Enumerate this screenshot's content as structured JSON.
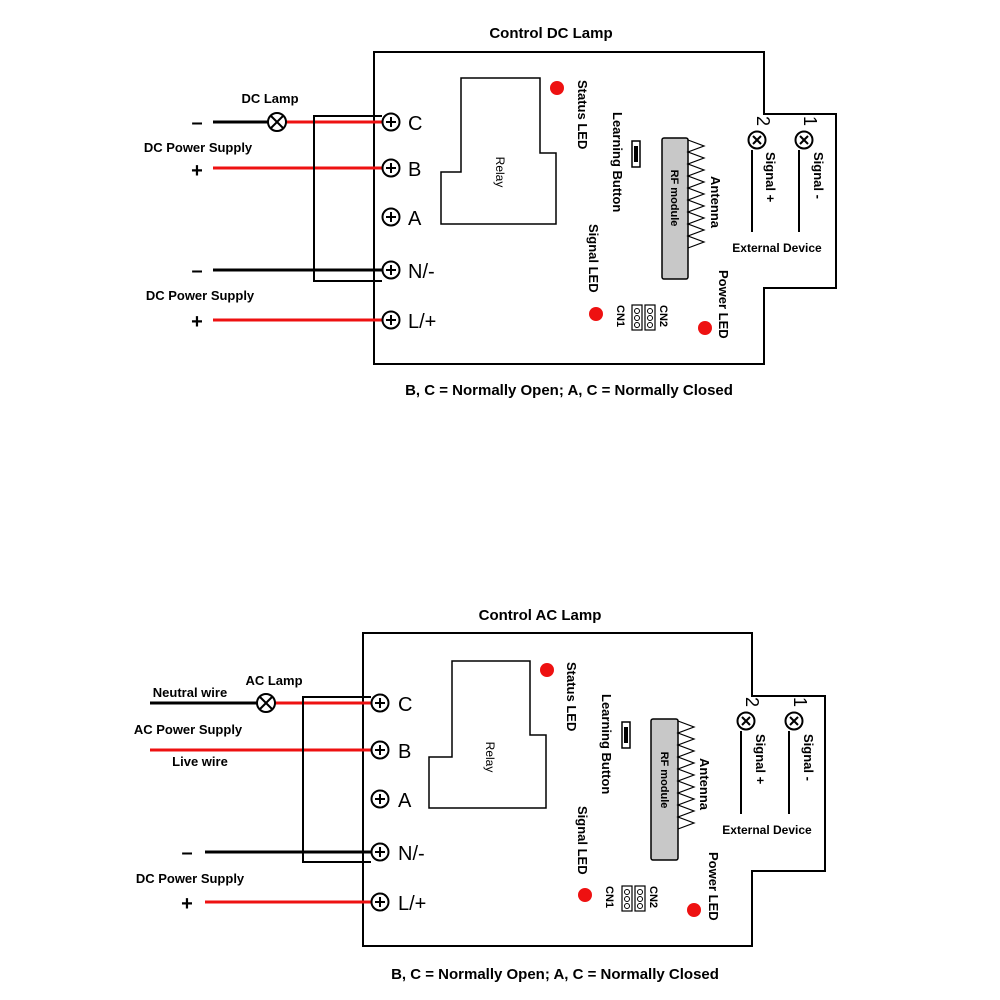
{
  "colors": {
    "wire_red": "#ee1111",
    "wire_black": "#000000",
    "led": "#ee1111",
    "module_fill": "#c8c8c8"
  },
  "top": {
    "title": "Control DC Lamp",
    "lamp_label": "DC Lamp",
    "supply_top_label": "DC Power Supply",
    "supply_bottom_label": "DC Power Supply",
    "sign_minus_top": "–",
    "sign_plus_top": "+",
    "sign_minus_bottom": "–",
    "sign_plus_bottom": "+",
    "caption": "B, C = Normally Open; A, C = Normally Closed"
  },
  "bottom": {
    "title": "Control AC Lamp",
    "lamp_label": "AC Lamp",
    "neutral_label": "Neutral wire",
    "ac_supply_label": "AC Power Supply",
    "live_label": "Live wire",
    "dc_supply_label": "DC Power Supply",
    "sign_minus": "–",
    "sign_plus": "+",
    "caption": "B, C = Normally Open; A, C = Normally Closed"
  },
  "board": {
    "terminals": [
      "C",
      "B",
      "A",
      "N/-",
      "L/+"
    ],
    "relay": "Relay",
    "status_led": "Status LED",
    "learning_button": "Learning Button",
    "signal_led": "Signal LED",
    "rf_module": "RF module",
    "antenna": "Antenna",
    "power_led": "Power LED",
    "cn1": "CN1",
    "cn2": "CN2",
    "terminal_2": "2",
    "terminal_1": "1",
    "signal_plus": "Signal +",
    "signal_minus": "Signal -",
    "external_device": "External Device"
  }
}
